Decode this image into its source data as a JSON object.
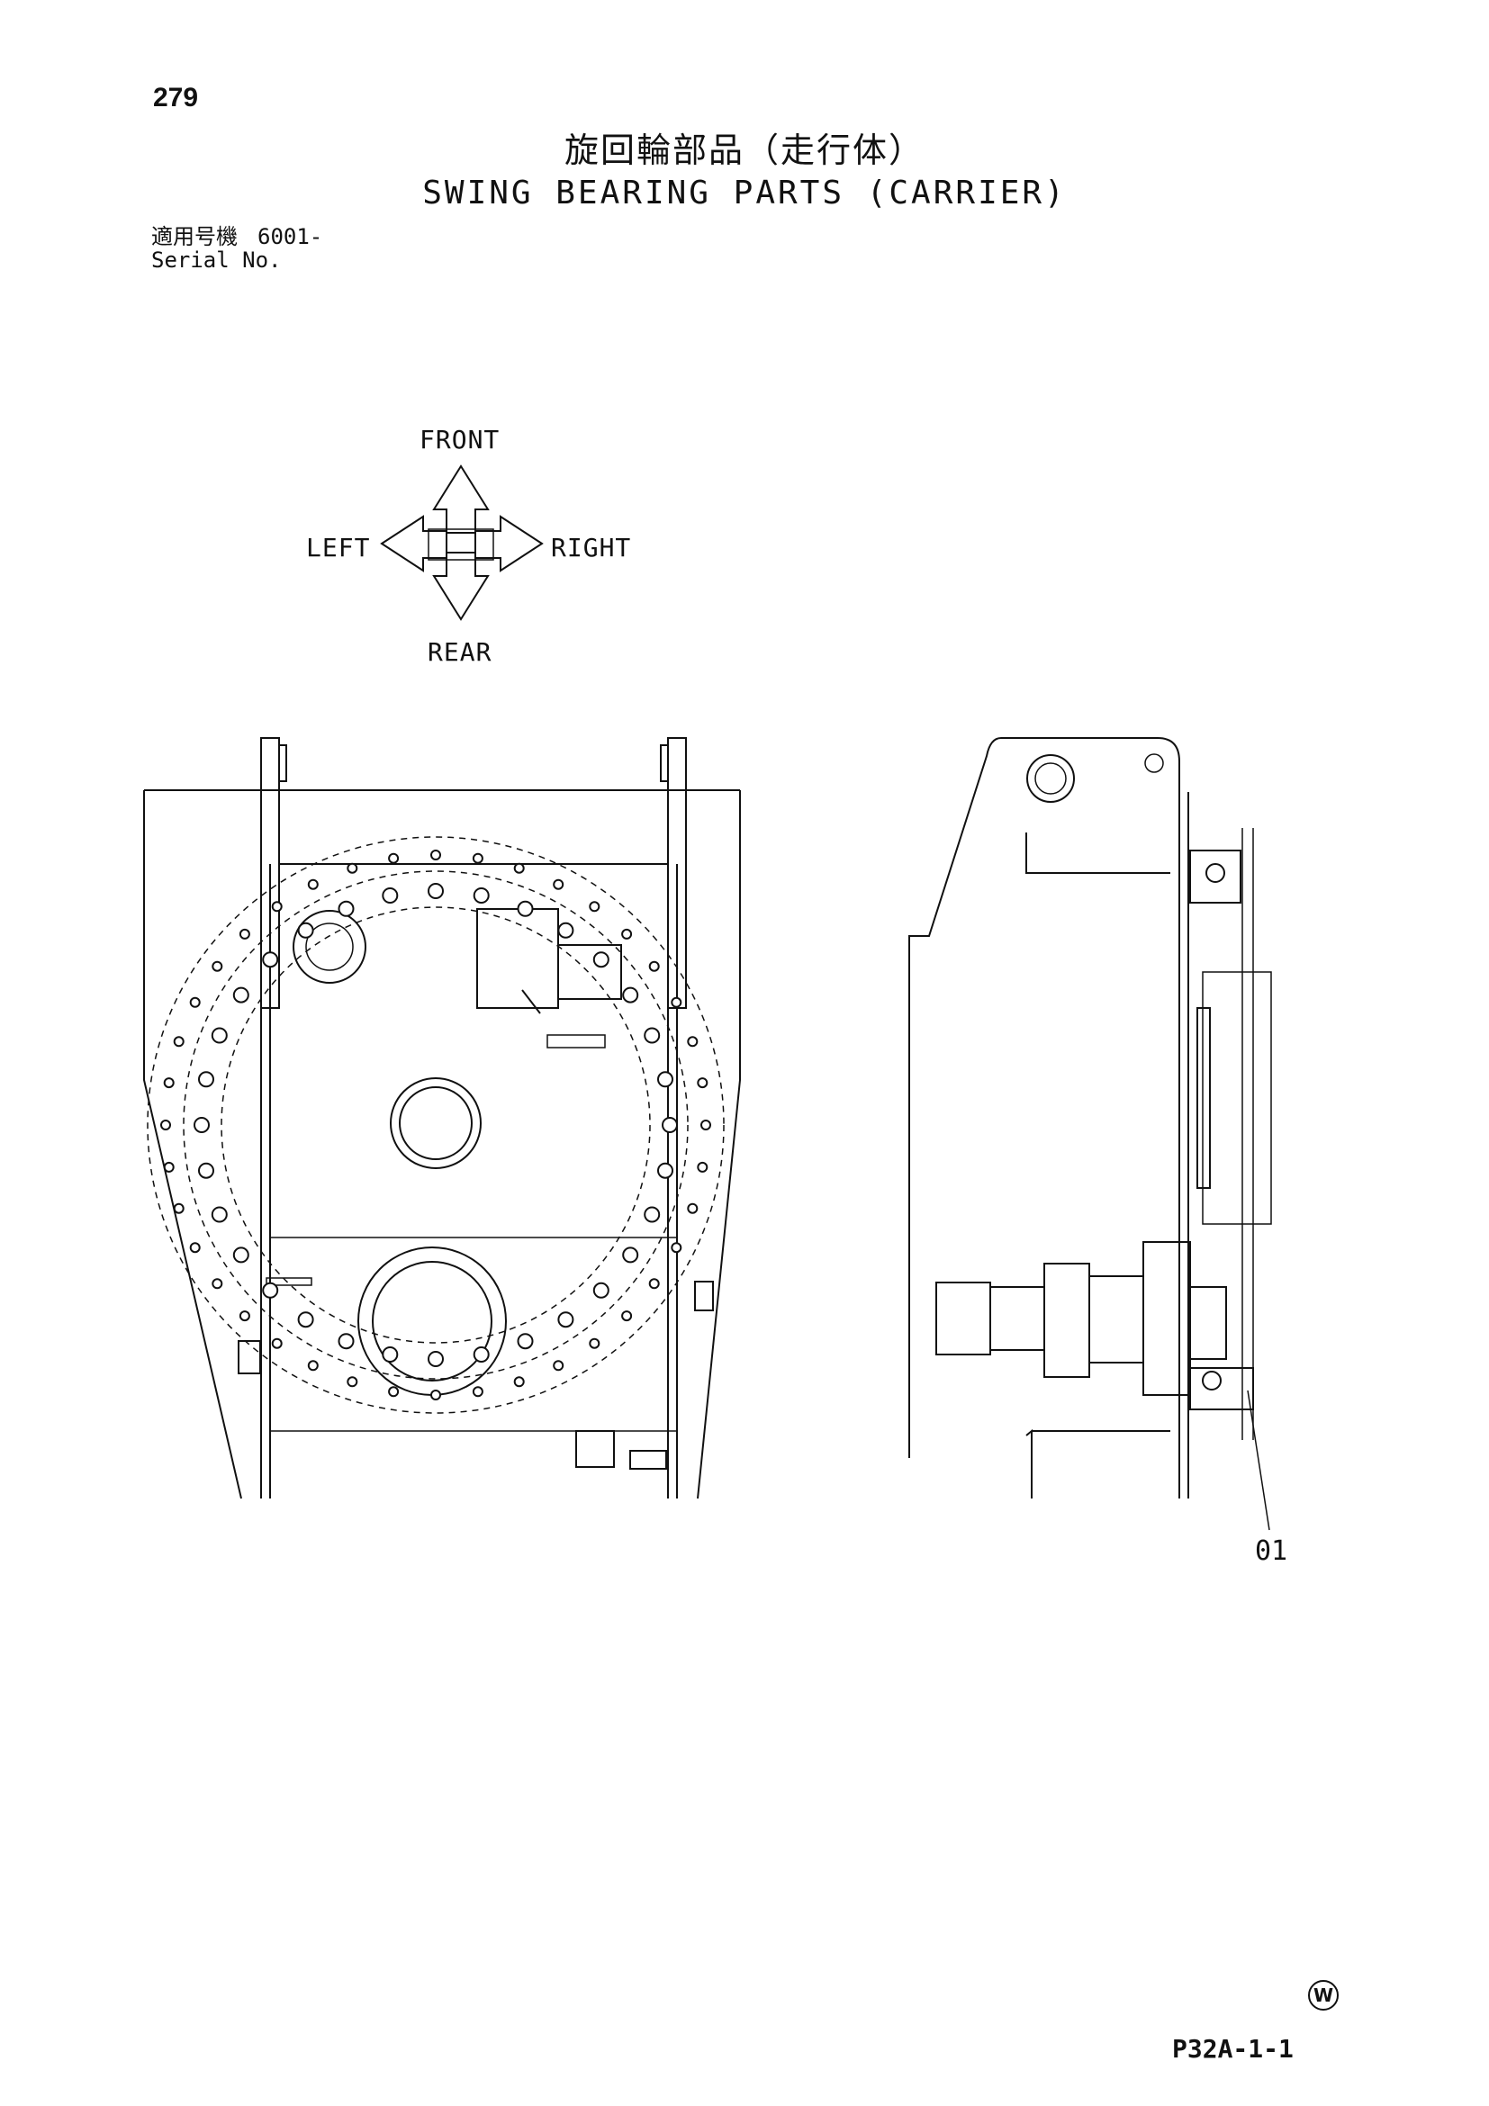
{
  "page_number": "279",
  "title": {
    "japanese": "旋回輪部品（走行体）",
    "english": "SWING BEARING PARTS (CARRIER)"
  },
  "serial": {
    "label_jp": "適用号機",
    "label_en": "Serial No.",
    "value": "6001-"
  },
  "direction_indicator": {
    "front": "FRONT",
    "rear": "REAR",
    "left": "LEFT",
    "right": "RIGHT"
  },
  "callouts": [
    {
      "number": "01"
    }
  ],
  "footer": {
    "mark": "W",
    "page_code": "P32A-1-1"
  }
}
